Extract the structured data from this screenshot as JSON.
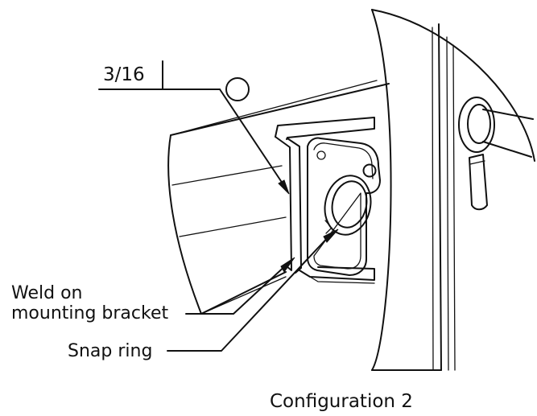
{
  "diagram": {
    "weld_symbol": {
      "size": "3/16",
      "type": "fillet"
    },
    "callouts": {
      "weld_line1": "Weld on",
      "weld_line2": "mounting bracket",
      "snap_ring": "Snap ring"
    },
    "caption": "Configuration 2"
  }
}
